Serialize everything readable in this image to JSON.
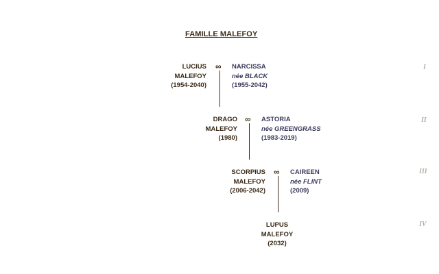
{
  "title": "FAMILLE MALEFOY",
  "marriage_symbol": "∞",
  "generations": [
    {
      "roman": "I",
      "husband": {
        "first": "LUCIUS",
        "last": "MALEFOY",
        "years": "(1954-2040)"
      },
      "wife": {
        "first": "NARCISSA",
        "maiden": "née BLACK",
        "years": "(1955-2042)"
      }
    },
    {
      "roman": "II",
      "husband": {
        "first": "DRAGO",
        "last": "MALEFOY",
        "years": "(1980)"
      },
      "wife": {
        "first": "ASTORIA",
        "maiden": "née GREENGRASS",
        "years": "(1983-2019)"
      }
    },
    {
      "roman": "III",
      "husband": {
        "first": "SCORPIUS",
        "last": "MALEFOY",
        "years": "(2006-2042)"
      },
      "wife": {
        "first": "CAIREEN",
        "maiden": "née FLINT",
        "years": "(2009)"
      }
    },
    {
      "roman": "IV",
      "child": {
        "first": "LUPUS",
        "last": "MALEFOY",
        "years": "(2032)"
      }
    }
  ]
}
